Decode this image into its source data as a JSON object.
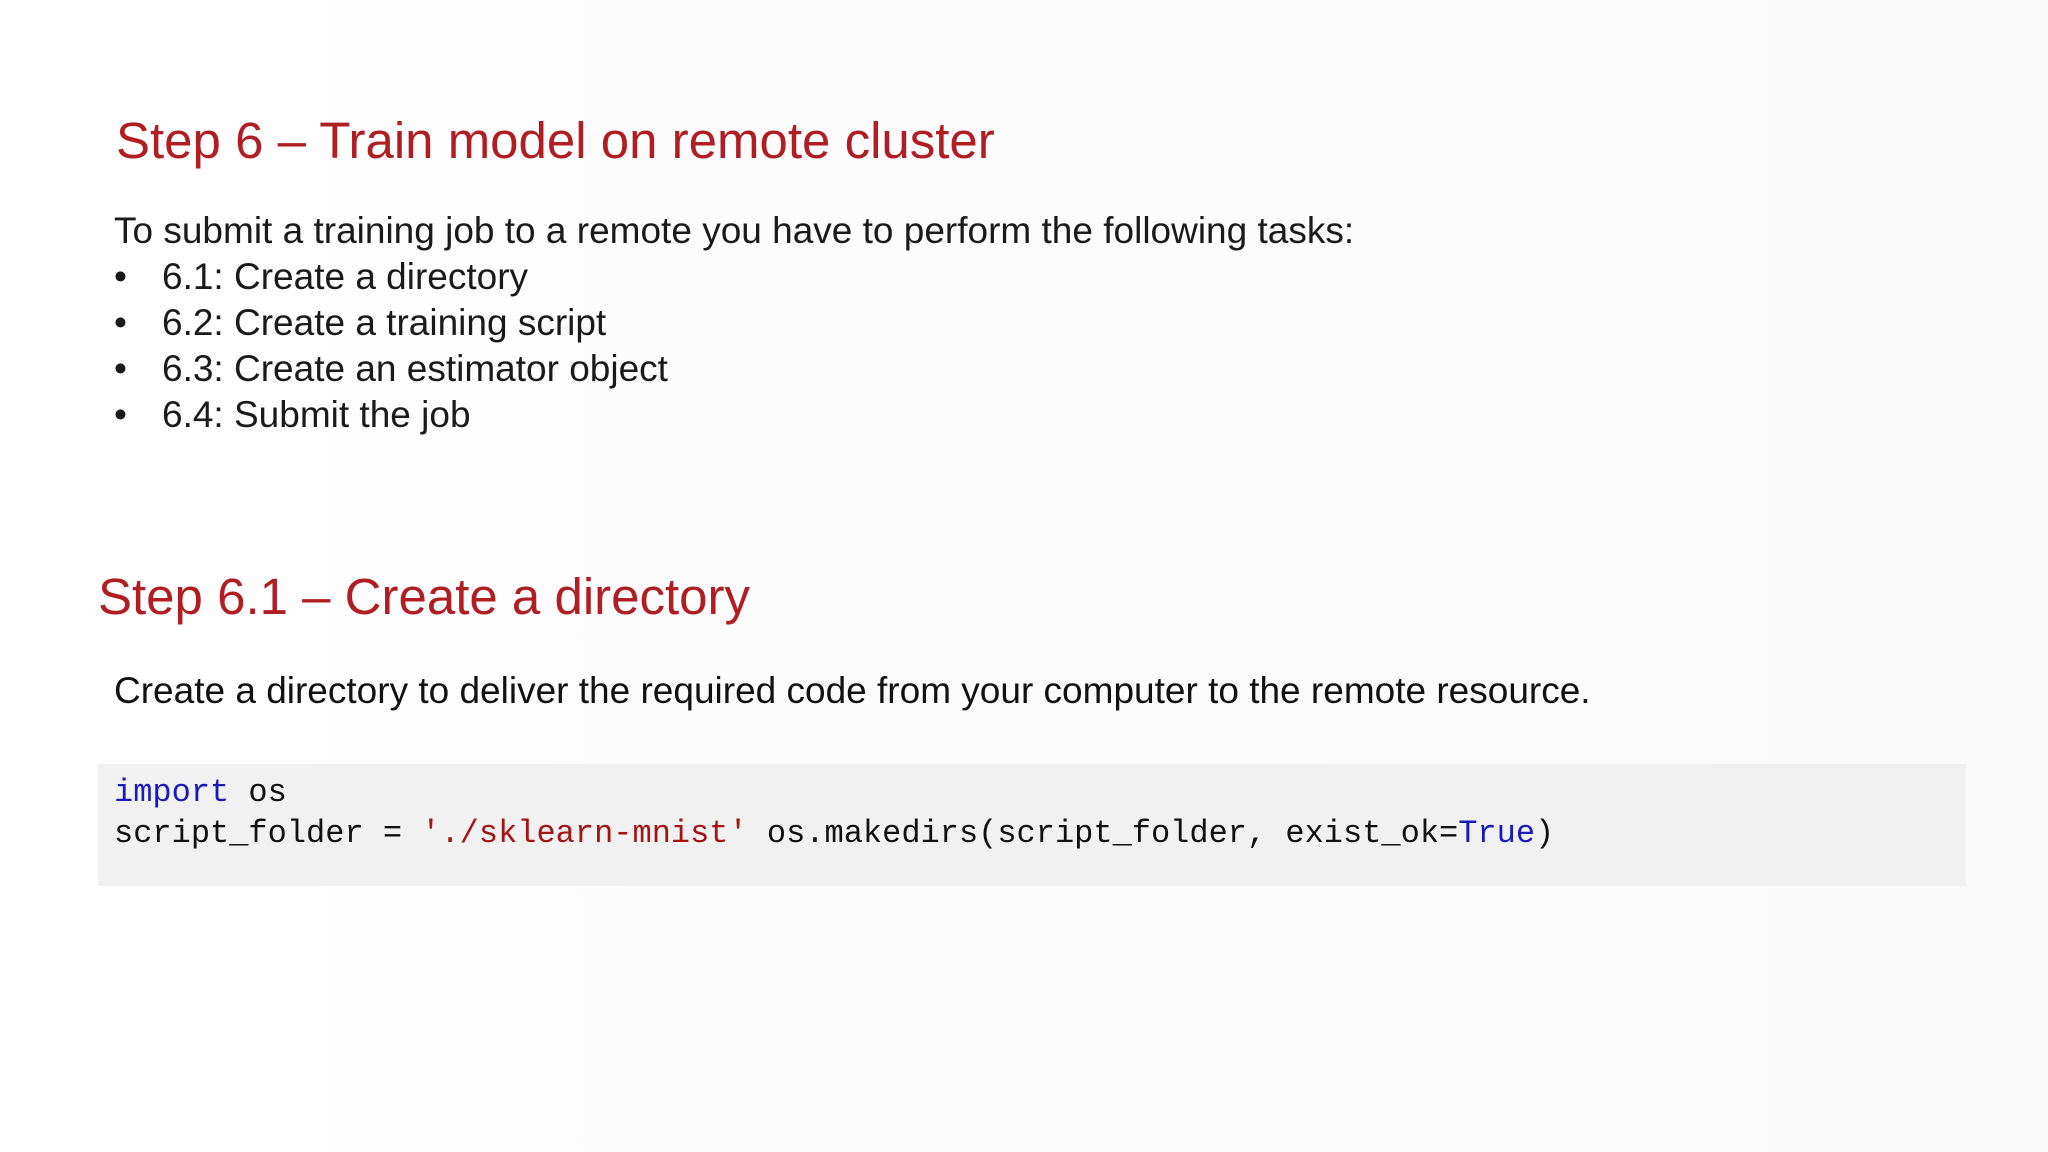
{
  "step6": {
    "title": "Step 6 – Train model on remote cluster",
    "intro": "To submit a training job to a remote you have to perform the following tasks:",
    "tasks": [
      "6.1: Create a directory",
      "6.2: Create a training script",
      "6.3: Create an estimator object",
      "6.4: Submit the job"
    ],
    "bullet": "•"
  },
  "step6_1": {
    "title": "Step 6.1 – Create a directory",
    "description": "Create a directory to deliver the required code from your computer to the remote resource."
  },
  "code": {
    "line1_keyword": "import",
    "line1_rest": " os",
    "line2_prefix": "script_folder = ",
    "line2_string": "'./sklearn-mnist'",
    "line2_middle": " os.makedirs(script_folder, exist_ok=",
    "line2_true": "True",
    "line2_suffix": ")"
  },
  "colors": {
    "heading": "#b01e23",
    "keyword": "#1a1ab8",
    "string": "#a31515",
    "code_background": "#f1f1f1"
  }
}
